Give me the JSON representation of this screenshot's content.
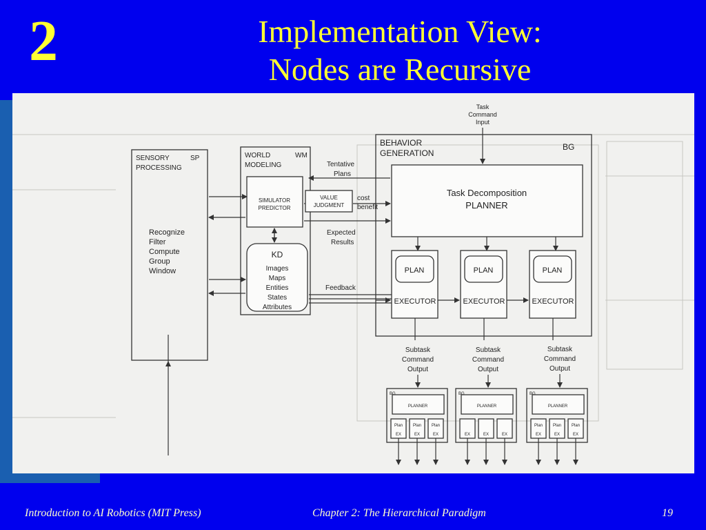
{
  "slide": {
    "number": "2",
    "title_line1": "Implementation View:",
    "title_line2": "Nodes are Recursive"
  },
  "diagram": {
    "sp": {
      "label": "SENSORY",
      "tag": "SP",
      "label2": "PROCESSING",
      "functions": [
        "Recognize",
        "Filter",
        "Compute",
        "Group",
        "Window"
      ]
    },
    "wm": {
      "label": "WORLD",
      "tag": "WM",
      "label2": "MODELING",
      "simulator": [
        "SIMULATOR",
        "PREDICTOR"
      ],
      "kd_title": "KD",
      "kd_items": [
        "Images",
        "Maps",
        "Entities",
        "States",
        "Attributes"
      ]
    },
    "value_judgment": [
      "VALUE",
      "JUDGMENT"
    ],
    "tentative_plans": [
      "Tentative",
      "Plans"
    ],
    "cost": "cost",
    "benefit": "benefit",
    "expected_results": [
      "Expected",
      "Results"
    ],
    "feedback": "Feedback",
    "task_command": [
      "Task",
      "Command",
      "Input"
    ],
    "bg": {
      "label": "BEHAVIOR",
      "label2": "GENERATION",
      "tag": "BG",
      "planner": [
        "Task Decomposition",
        "PLANNER"
      ]
    },
    "plan_label": "PLAN",
    "executor_label": "EXECUTOR",
    "subtask": [
      "Subtask",
      "Command",
      "Output"
    ],
    "mini": {
      "tag": "BG",
      "planner": "PLANNER",
      "plan": "Plan",
      "ex": "EX"
    }
  },
  "footer": {
    "left": "Introduction to AI Robotics (MIT Press)",
    "center": "Chapter 2: The Hierarchical Paradigm",
    "page": "19"
  },
  "colors": {
    "background": "#0000ee",
    "title": "#ffff33",
    "accent": "#1a5fb0",
    "footer": "#ffffcc",
    "figure": "#f1f1ef"
  }
}
